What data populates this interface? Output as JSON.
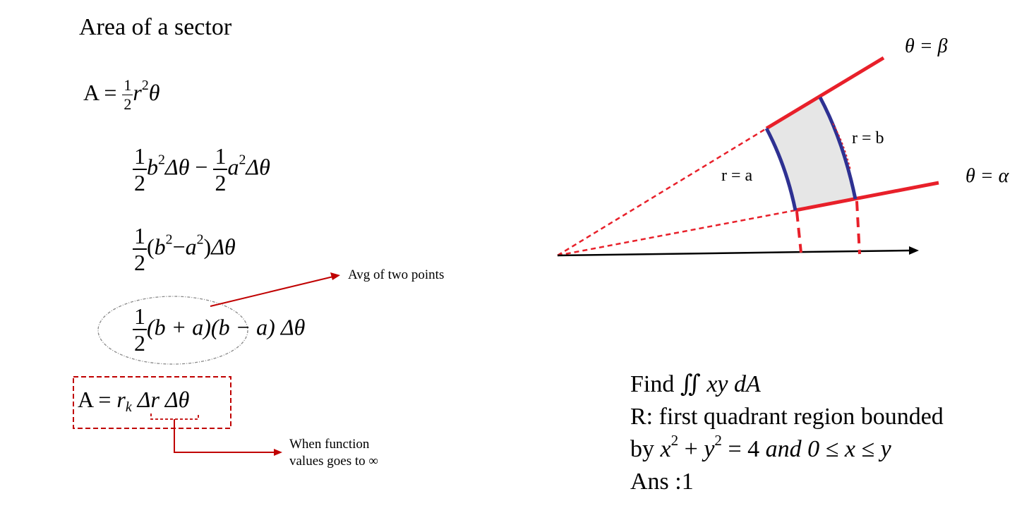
{
  "title": "Area of a sector",
  "formulas": {
    "eq1": {
      "lhs": "A",
      "eq": "=",
      "num": "1",
      "den": "2",
      "var": "r",
      "exp": "2",
      "theta": "θ"
    },
    "eq2": {
      "t1": {
        "num": "1",
        "den": "2",
        "var": "b",
        "exp": "2",
        "delta": "Δθ"
      },
      "op": "−",
      "t2": {
        "num": "1",
        "den": "2",
        "var": "a",
        "exp": "2",
        "delta": "Δθ"
      }
    },
    "eq3": {
      "num": "1",
      "den": "2",
      "open": "(",
      "b": "b",
      "exp1": "2",
      "minus": "−",
      "a": "a",
      "exp2": "2",
      "close": ")",
      "delta": "Δθ"
    },
    "eq4": {
      "num": "1",
      "den": "2",
      "f1": "(b + a)",
      "f2": "(b − a)",
      "delta": "Δθ"
    },
    "eq5": {
      "lhs": "A",
      "eq": "=",
      "r": "r",
      "sub": "k",
      "dr": "Δr",
      "dtheta": "Δθ"
    }
  },
  "notes": {
    "avg": "Avg of two points",
    "limit_line1": "When function",
    "limit_line2": "values goes to ∞"
  },
  "diagram": {
    "label_ra": "r = a",
    "label_rb": "r = b",
    "label_beta": "θ = β",
    "label_alpha": "θ  = α"
  },
  "problem": {
    "find_word": "Find",
    "integral": "∬",
    "integrand": "xy dA",
    "region": "R: first quadrant region bounded",
    "by_word": "by",
    "eq_x": "x",
    "eq_exp1": "2",
    "eq_plus": "+",
    "eq_y": "y",
    "eq_exp2": "2",
    "eq_rest": "= 4",
    "and_word": "and",
    "ineq": "0 ≤ x ≤ y",
    "answer": "Ans :1"
  },
  "colors": {
    "red": "#e8202a",
    "dark_red": "#c00000",
    "blue": "#2e3192",
    "fill": "#e6e6e6",
    "ellipse": "#888888"
  }
}
